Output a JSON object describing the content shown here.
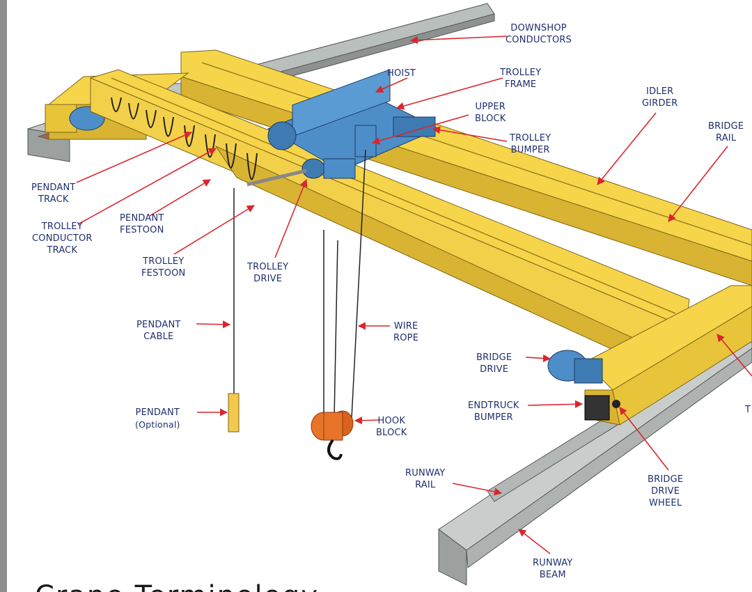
{
  "labels": {
    "downshop_conductors": [
      "DOWNSHOP",
      "CONDUCTORS"
    ],
    "hoist": [
      "HOIST"
    ],
    "trolley_frame": [
      "TROLLEY",
      "FRAME"
    ],
    "upper_block": [
      "UPPER",
      "BLOCK"
    ],
    "idler_girder": [
      "IDLER",
      "GIRDER"
    ],
    "bridge_rail": [
      "BRIDGE",
      "RAIL"
    ],
    "trolley_bumper": [
      "TROLLEY",
      "BUMPER"
    ],
    "pendant_track": [
      "PENDANT",
      "TRACK"
    ],
    "pendant_festoon": [
      "PENDANT",
      "FESTOON"
    ],
    "trolley_conductor_track": [
      "TROLLEY",
      "CONDUCTOR",
      "TRACK"
    ],
    "trolley_festoon": [
      "TROLLEY",
      "FESTOON"
    ],
    "trolley_drive": [
      "TROLLEY",
      "DRIVE"
    ],
    "pendant_cable": [
      "PENDANT",
      "CABLE"
    ],
    "wire_rope": [
      "WIRE",
      "ROPE"
    ],
    "bridge_drive": [
      "BRIDGE",
      "DRIVE"
    ],
    "endtruck_bumper": [
      "ENDTRUCK",
      "BUMPER"
    ],
    "pendant": [
      "PENDANT",
      "(Optional)"
    ],
    "hook_block": [
      "HOOK",
      "BLOCK"
    ],
    "runway_rail": [
      "RUNWAY",
      "RAIL"
    ],
    "bridge_drive_wheel": [
      "BRIDGE",
      "DRIVE",
      "WHEEL"
    ],
    "runway_beam": [
      "RUNWAY",
      "BEAM"
    ],
    "cut_off_right": [
      "T"
    ]
  },
  "caption": "Crane Terminology",
  "colors": {
    "girder_yellow": "#f6d54a",
    "girder_shade": "#d9b332",
    "trolley_blue": "#4d8ec9",
    "rail_gray": "#b9bfbd",
    "label_blue": "#1f2e6e",
    "arrow_red": "#d9262c",
    "hook_orange": "#e8742a"
  }
}
